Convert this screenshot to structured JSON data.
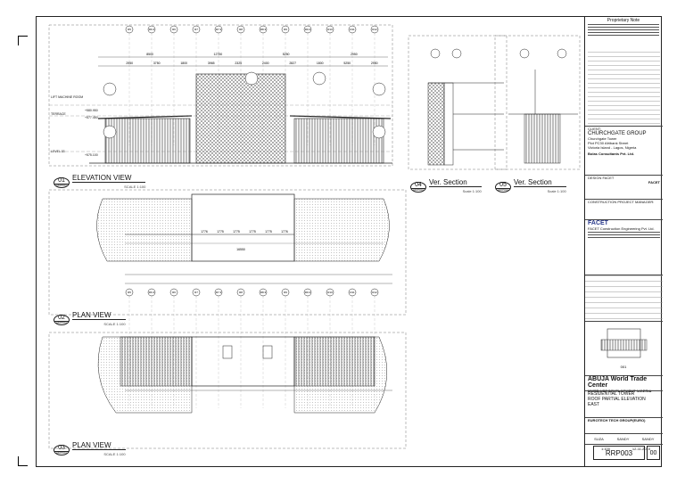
{
  "views": [
    {
      "number": "01",
      "ref": "RRP003",
      "name": "ELEVATION VIEW",
      "scale": "SCALE 1:100"
    },
    {
      "number": "02",
      "ref": "RRP003",
      "name": "PLAN VIEW",
      "scale": "SCALE 1:100"
    },
    {
      "number": "03",
      "ref": "RRP003",
      "name": "PLAN VIEW",
      "scale": "SCALE 1:100"
    },
    {
      "number": "04",
      "ref": "RRP003",
      "name": "Ver. Section",
      "scale": "Scale 1:100"
    },
    {
      "number": "05",
      "ref": "RRP003",
      "name": "Ver. Section",
      "scale": "Scale 1:100"
    }
  ],
  "elevation_labels": {
    "lift_room": "LIFT MACHINE ROOM",
    "terrace": "TERRACE",
    "level": "LEVEL 33",
    "lift_level": "+580.950",
    "terrace_level": "+577.450",
    "level_33_level": "+575.100"
  },
  "grid_labels": [
    "R5",
    "R6.3",
    "R6",
    "R7",
    "R7.3",
    "R8",
    "R8.3",
    "R9",
    "R9.3",
    "R10",
    "R11",
    "R12"
  ],
  "dimensions": {
    "top": [
      "8500",
      "12750",
      "5250",
      "2950"
    ],
    "second": [
      "2950",
      "3750",
      "1800",
      "3965",
      "2325",
      "2400",
      "2827",
      "1800",
      "5250",
      "2950"
    ],
    "plan_total": "16550",
    "plan_sub": [
      "1776",
      "1775",
      "1775",
      "1775",
      "1775",
      "1776"
    ]
  },
  "title_block": {
    "proprietary_heading": "Proprietary Note",
    "client_label": "CLIENT:",
    "client_name": "CHURCHGATE GROUP",
    "client_address": [
      "Churchgate Tower",
      "Plot PC30 Afribank Street",
      "Victoria Island - Lagos, Nigeria"
    ],
    "consultant_brand": "Bolas Consultants Pvt. Ltd.",
    "design_label": "DESIGN FACET",
    "design_brand": "FACET",
    "contractor_label": "CONSTRUCTION PROJECT MANAGER:",
    "facet_brand": "FACET",
    "facet_name": "FACET Construction Engineering Pvt. Ltd.",
    "project_name": "ABUJA World Trade Center",
    "project_sub": "MIXED USE DEVELOPMENT NIGERIA",
    "drawing_title": [
      "RESIDENTIAL TOWER",
      "ROOF PARTIAL ELEVATION",
      "EAST"
    ],
    "company_logo_text": "EUROTECH TECH GROUP(EURO)",
    "drawn_by": "SUZA",
    "checked_by": "SANDY",
    "approved_by": "SANDY",
    "scale": "1:100",
    "date": "12-11-2010",
    "key_plan_ref": "001",
    "drawing_number": "RRP003",
    "revision": "00"
  }
}
